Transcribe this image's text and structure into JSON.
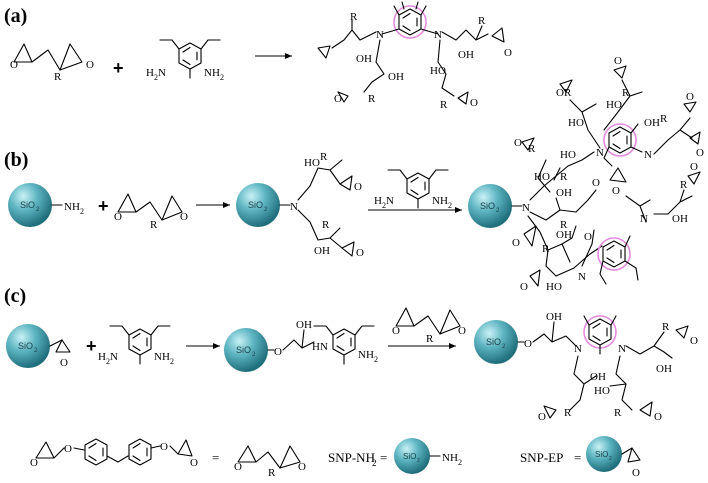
{
  "panels": {
    "a": {
      "label": "(a)"
    },
    "b": {
      "label": "(b)"
    },
    "c": {
      "label": "(c)"
    }
  },
  "atoms": {
    "O": "O",
    "R": "R",
    "N": "N",
    "OH": "OH",
    "HO": "HO",
    "HN": "HN",
    "NH2": "NH",
    "H2N": "H",
    "sub2": "2",
    "plus": "+",
    "equals": "="
  },
  "particle": {
    "label_main": "SiO",
    "label_sub": "2",
    "color": "#5fb6c3"
  },
  "legend": {
    "snp_nh2": "SNP-NH",
    "snp_nh2_sub": "2",
    "snp_ep": "SNP-EP"
  },
  "highlight_color": "#e58ae0"
}
